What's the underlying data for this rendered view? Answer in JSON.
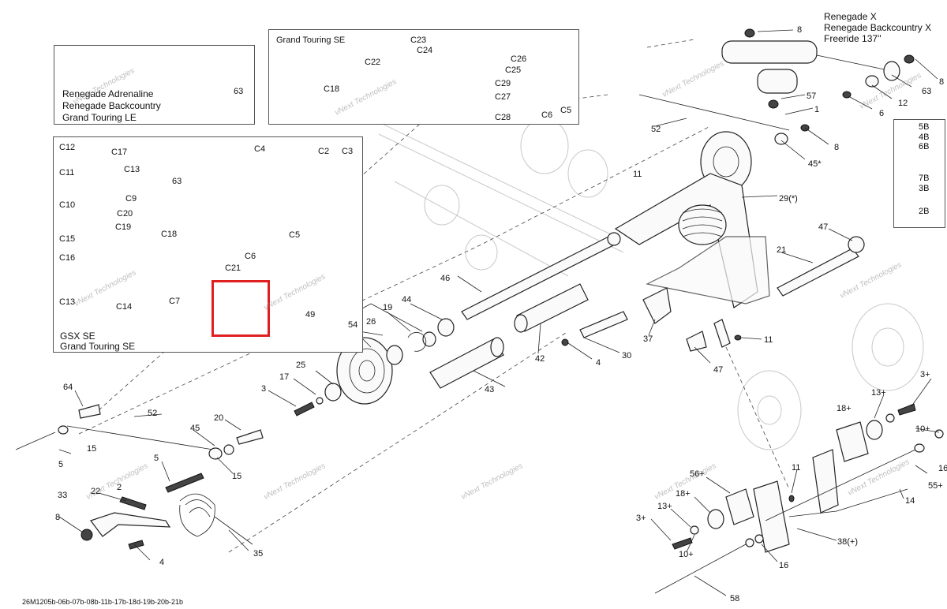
{
  "boxes": {
    "top_left": {
      "line1": "Renegade Adrenaline",
      "line2": "Renegade Backcountry",
      "line3": "Grand Touring LE",
      "part": "63"
    },
    "top_middle": {
      "title": "Grand Touring  SE"
    },
    "left": {
      "line1": "GSX  SE",
      "line2": "Grand Touring SE"
    },
    "top_right": {
      "line1": "Renegade X",
      "line2": "Renegade Backcountry X",
      "line3": "Freeride 137''"
    }
  },
  "callouts": {
    "c18a": "C18",
    "c22": "C22",
    "c23": "C23",
    "c24": "C24",
    "c26": "C26",
    "c25": "C25",
    "c29": "C29",
    "c27": "C27",
    "c28": "C28",
    "c6a": "C6",
    "c5a": "C5",
    "c12": "C12",
    "c17": "C17",
    "c11": "C11",
    "c13a": "C13",
    "c9": "C9",
    "c10": "C10",
    "c20": "C20",
    "c19": "C19",
    "c15": "C15",
    "c16": "C16",
    "c13b": "C13",
    "c14": "C14",
    "c4": "C4",
    "c2": "C2",
    "c3": "C3",
    "p63a": "63",
    "c18b": "C18",
    "c5b": "C5",
    "c21": "C21",
    "c6b": "C6",
    "c7": "C7",
    "p8a": "8",
    "p8b": "8",
    "p63b": "63",
    "p12": "12",
    "p57": "57",
    "p1": "1",
    "p6": "6",
    "p52a": "52",
    "p8c": "8",
    "p45a": "45*",
    "p11a": "11",
    "p29": "29(*)",
    "p47a": "47",
    "p21": "21",
    "p46": "46",
    "p44": "44",
    "p19": "19",
    "p49": "49",
    "p26": "26",
    "p54": "54",
    "p37": "37",
    "p11b": "11",
    "p42": "42",
    "p4a": "4",
    "p30": "30",
    "p47b": "47",
    "p25": "25",
    "p17": "17",
    "p3a": "3",
    "p43": "43",
    "p64": "64",
    "p52b": "52",
    "p20": "20",
    "p45b": "45",
    "p15a": "15",
    "p5a": "5",
    "p5b": "5",
    "p15b": "15",
    "p33": "33",
    "p22": "22",
    "p2": "2",
    "p8d": "8",
    "p4b": "4",
    "p35": "35",
    "p5B": "5B",
    "p4B": "4B",
    "p6B": "6B",
    "p7B": "7B",
    "p3B": "3B",
    "p2B": "2B",
    "p3c": "3+",
    "p13a": "13+",
    "p18a": "18+",
    "p10a": "10+",
    "p16a": "16",
    "p55": "55+",
    "p14": "14",
    "p11c": "11",
    "p56": "56+",
    "p18b": "18+",
    "p13b": "13+",
    "p3d": "3+",
    "p10b": "10+",
    "p16b": "16",
    "p38": "38(+)",
    "p58": "58"
  },
  "watermark": "vNext Technologies",
  "doc_number": "26M1205b-06b-07b-08b-11b-17b-18d-19b-20b-21b",
  "colors": {
    "highlight": "#e02020",
    "line": "#222222"
  }
}
